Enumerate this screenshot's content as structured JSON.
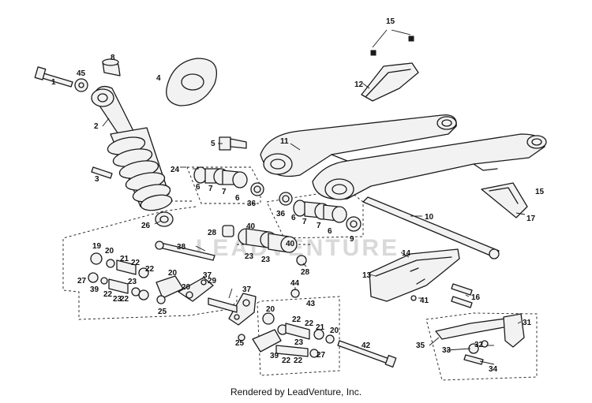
{
  "watermark": "LEADVENTURE",
  "footer": "Rendered by LeadVenture, Inc.",
  "callouts": {
    "c1": "1",
    "c2": "2",
    "c3": "3",
    "c4": "4",
    "c5": "5",
    "c6a": "6",
    "c6b": "6",
    "c6c": "6",
    "c6d": "6",
    "c7a": "7",
    "c7b": "7",
    "c7c": "7",
    "c7d": "7",
    "c8": "8",
    "c9": "9",
    "c10": "10",
    "c11": "11",
    "c12": "12",
    "c13": "13",
    "c14": "14",
    "c15a": "15",
    "c15b": "15",
    "c16": "16",
    "c17": "17",
    "c19": "19",
    "c20a": "20",
    "c20b": "20",
    "c20c": "20",
    "c20d": "20",
    "c20e": "20",
    "c21a": "21",
    "c21b": "21",
    "c22a": "22",
    "c22b": "22",
    "c22c": "22",
    "c22d": "22",
    "c22e": "22",
    "c22f": "22",
    "c22g": "22",
    "c22h": "22",
    "c23a": "23",
    "c23b": "23",
    "c23c": "23",
    "c23d": "23",
    "c23e": "23",
    "c24": "24",
    "c25a": "25",
    "c25b": "25",
    "c26": "26",
    "c27a": "27",
    "c27b": "27",
    "c28a": "28",
    "c28b": "28",
    "c29": "29",
    "c31": "31",
    "c32": "32",
    "c33": "33",
    "c34": "34",
    "c35": "35",
    "c36a": "36",
    "c36b": "36",
    "c37a": "37",
    "c37b": "37",
    "c38": "38",
    "c39a": "39",
    "c39b": "39",
    "c40a": "40",
    "c40b": "40",
    "c41": "41",
    "c42": "42",
    "c43": "43",
    "c44": "44",
    "c45": "45"
  }
}
